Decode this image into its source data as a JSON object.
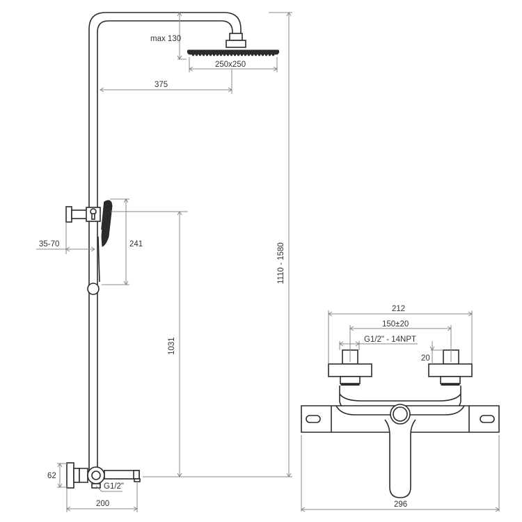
{
  "drawing": {
    "title": "Thermostatic shower system dimension drawing",
    "colors": {
      "line": "#2b2b2b",
      "dimension": "#8a8a8a",
      "background": "#ffffff"
    }
  },
  "side_view": {
    "labels": {
      "max_head_drop": "max 130",
      "head_size": "250x250",
      "arm_reach": "375",
      "total_height": "1110 - 1580",
      "handshower_length": "241",
      "holder_offset": "35-70",
      "holder_height": "1031",
      "mixer_height": "62",
      "inlet_thread": "G1/2\"",
      "mixer_depth": "200"
    }
  },
  "front_view": {
    "labels": {
      "overall_width": "212",
      "inlet_spacing": "150±20",
      "connector_thread": "G1/2\" - 14NPT",
      "connector_depth": "20",
      "body_width": "296"
    }
  }
}
